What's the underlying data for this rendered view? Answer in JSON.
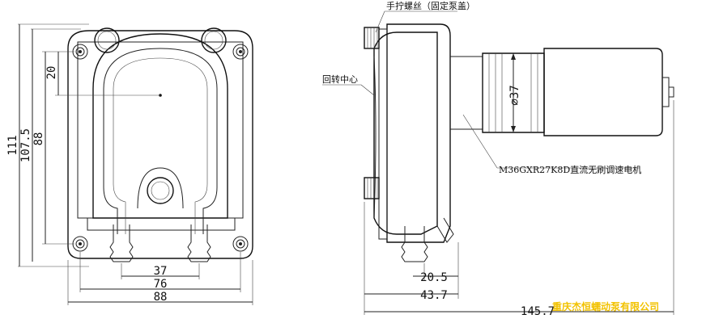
{
  "dimensions": {
    "total_height": "111",
    "mounting_height": "107.5",
    "body_height": "88",
    "center_offset": "20",
    "port_spacing": "37",
    "hole_spacing": "76",
    "total_width": "88",
    "rotor_diameter": "⌀37",
    "head_depth": "20.5",
    "pump_depth": "43.7",
    "total_length": "145.7"
  },
  "annotations": {
    "thumb_screw": "手拧螺丝（固定泵盖）",
    "rotation_center": "回转中心",
    "motor": "M36GXR27K8D直流无刷调速电机"
  },
  "watermark": {
    "text": "重庆杰恒蠕动泵有限公司",
    "color": "#f2c200"
  }
}
